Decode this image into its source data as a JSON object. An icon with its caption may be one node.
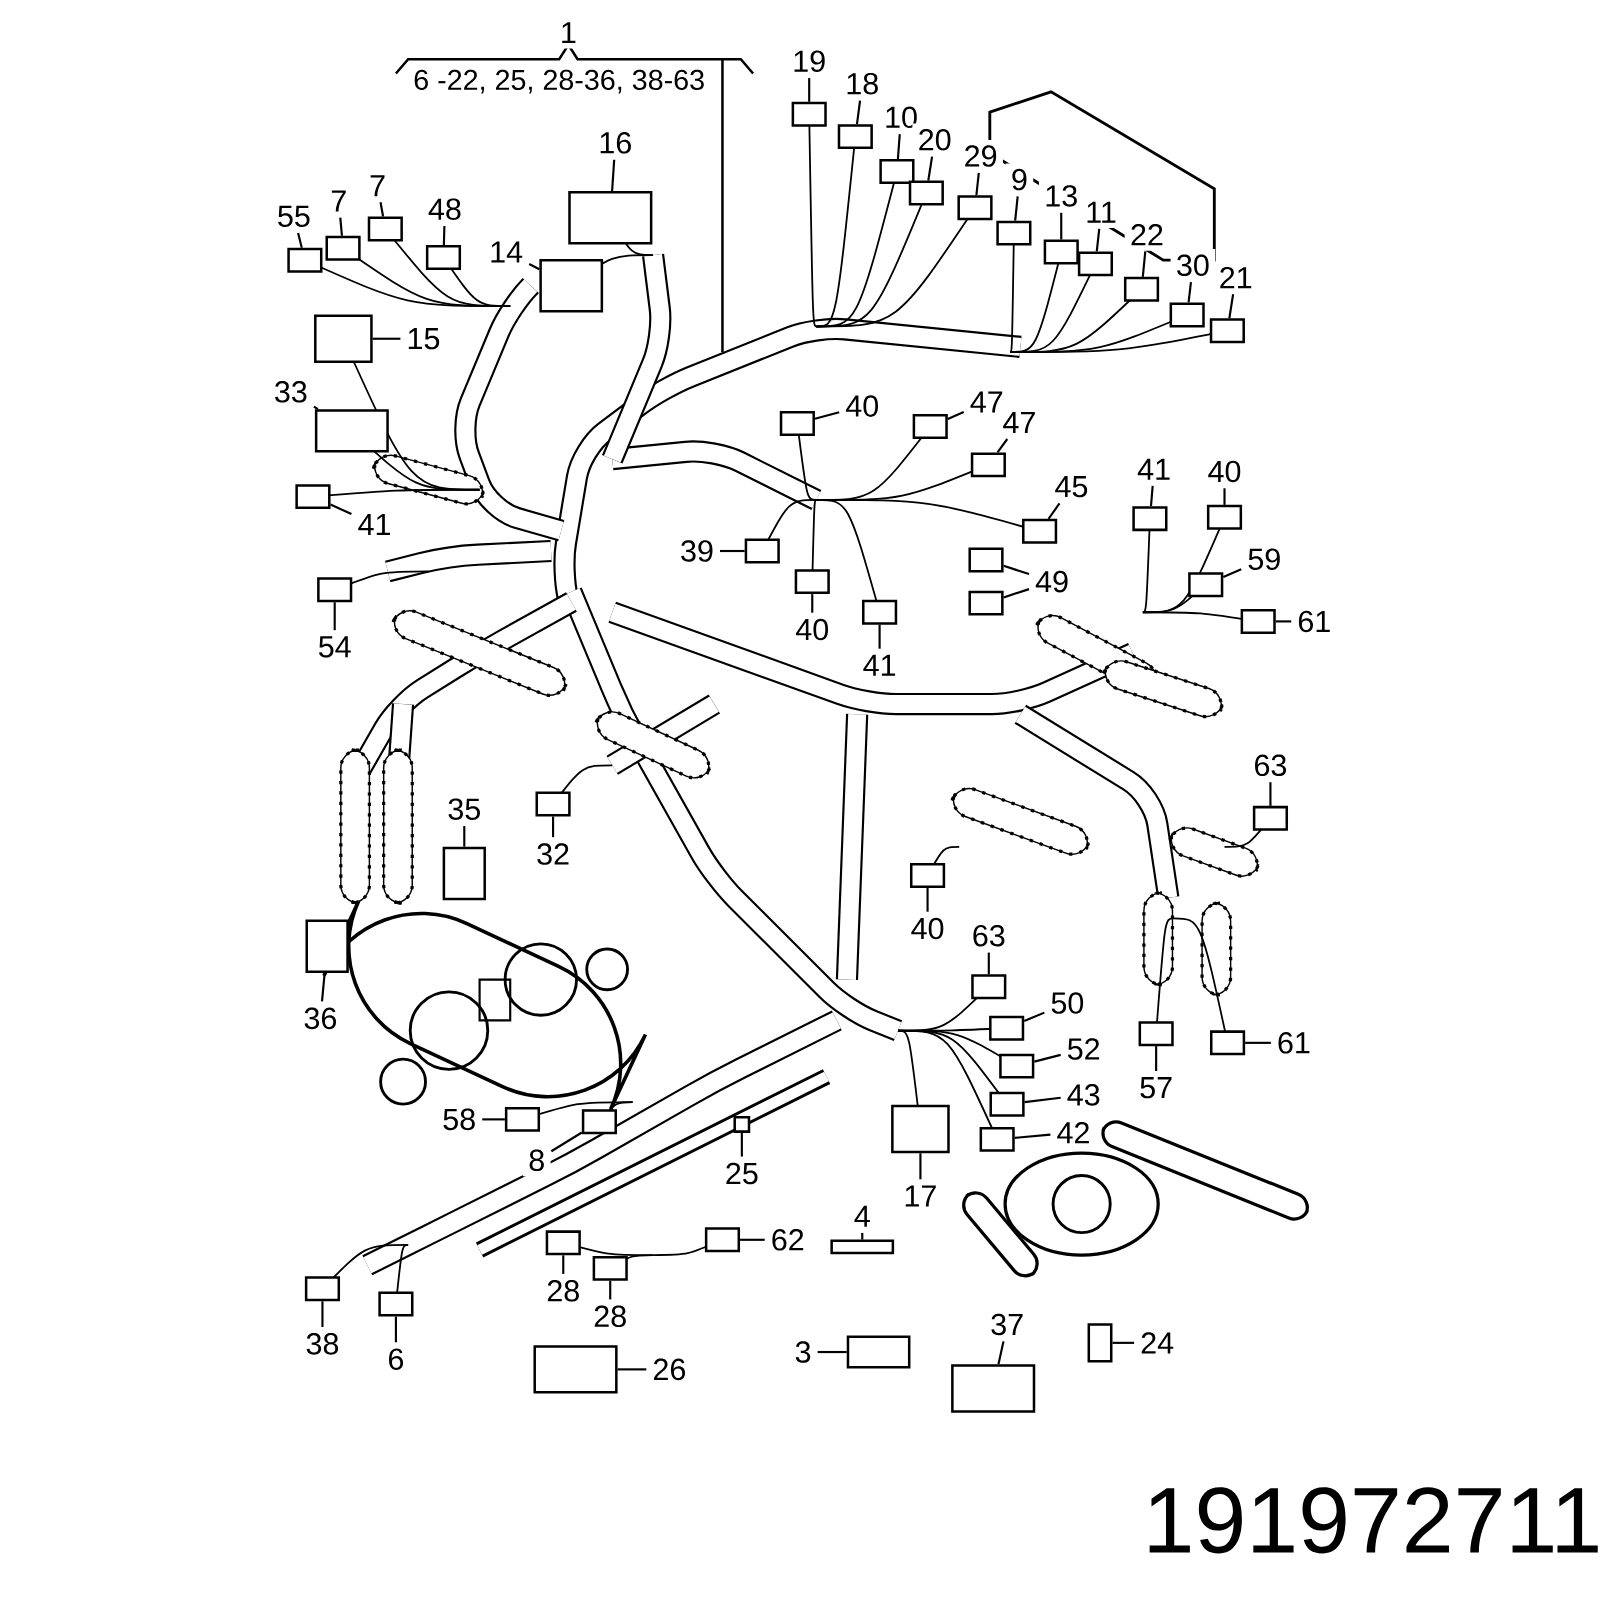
{
  "diagram": {
    "nodes": [
      {
        "text": [
          "1"
        ]
      },
      {
        "text": [
          "19"
        ]
      },
      {
        "text": [
          "18"
        ]
      },
      {
        "text": [
          "10"
        ]
      },
      {
        "text": [
          "20"
        ]
      },
      {
        "text": [
          "29"
        ]
      },
      {
        "text": [
          "9"
        ]
      },
      {
        "text": [
          "13"
        ]
      },
      {
        "text": [
          "11"
        ]
      },
      {
        "text": [
          "22"
        ]
      },
      {
        "text": [
          "30"
        ]
      },
      {
        "text": [
          "21"
        ]
      },
      {
        "text": [
          "16"
        ]
      },
      {
        "text": [
          "55"
        ]
      },
      {
        "text": [
          "7"
        ]
      },
      {
        "text": [
          "7"
        ]
      },
      {
        "text": [
          "48"
        ]
      },
      {
        "text": [
          "14"
        ]
      },
      {
        "text": [
          "15"
        ]
      },
      {
        "text": [
          "33"
        ]
      },
      {
        "text": [
          "41"
        ]
      },
      {
        "text": [
          "40"
        ]
      },
      {
        "text": [
          "47"
        ]
      },
      {
        "text": [
          "47"
        ]
      },
      {
        "text": [
          "45"
        ]
      },
      {
        "text": [
          "41"
        ]
      },
      {
        "text": [
          "40"
        ]
      },
      {
        "text": [
          "39"
        ]
      },
      {
        "text": [
          "49"
        ]
      },
      {
        "text": [
          "40"
        ]
      },
      {
        "text": [
          "41"
        ]
      },
      {
        "text": [
          "59"
        ]
      },
      {
        "text": [
          "61"
        ]
      },
      {
        "text": [
          "54"
        ]
      },
      {
        "text": [
          "32"
        ]
      },
      {
        "text": [
          "35"
        ]
      },
      {
        "text": [
          "63"
        ]
      },
      {
        "text": [
          "40"
        ]
      },
      {
        "text": [
          "36"
        ]
      },
      {
        "text": [
          "63"
        ]
      },
      {
        "text": [
          "50"
        ]
      },
      {
        "text": [
          "52"
        ]
      },
      {
        "text": [
          "57"
        ]
      },
      {
        "text": [
          "61"
        ]
      },
      {
        "text": [
          "43"
        ]
      },
      {
        "text": [
          "58"
        ]
      },
      {
        "text": [
          "42"
        ]
      },
      {
        "text": [
          "8"
        ]
      },
      {
        "text": [
          "25"
        ]
      },
      {
        "text": [
          "17"
        ]
      },
      {
        "text": [
          "4"
        ]
      },
      {
        "text": [
          "62"
        ]
      },
      {
        "text": [
          "28"
        ]
      },
      {
        "text": [
          "28"
        ]
      },
      {
        "text": [
          "38"
        ]
      },
      {
        "text": [
          "6"
        ]
      },
      {
        "text": [
          "24"
        ]
      },
      {
        "text": [
          "37"
        ]
      },
      {
        "text": [
          "26"
        ]
      },
      {
        "text": [
          "3"
        ]
      },
      {
        "text": [],
        "shape": "box"
      },
      {
        "text": [],
        "shape": "box"
      },
      {
        "text": [],
        "shape": "box"
      },
      {
        "text": [],
        "shape": "box"
      },
      {
        "text": [],
        "shape": "box"
      },
      {
        "text": [],
        "shape": "box"
      },
      {
        "text": [],
        "shape": "box"
      },
      {
        "text": [],
        "shape": "box"
      },
      {
        "text": [],
        "shape": "box"
      },
      {
        "text": [],
        "shape": "box"
      },
      {
        "text": [],
        "shape": "box"
      },
      {
        "text": [],
        "shape": "box"
      },
      {
        "text": [],
        "shape": "box"
      },
      {
        "text": [],
        "shape": "box"
      },
      {
        "text": [],
        "shape": "box"
      },
      {
        "text": [],
        "shape": "box"
      },
      {
        "text": [],
        "shape": "box"
      },
      {
        "text": [],
        "shape": "box"
      },
      {
        "text": [],
        "shape": "box"
      },
      {
        "text": [],
        "shape": "box"
      },
      {
        "text": [],
        "shape": "box"
      },
      {
        "text": [],
        "shape": "box"
      },
      {
        "text": [],
        "shape": "box"
      },
      {
        "text": [],
        "shape": "box"
      },
      {
        "text": [],
        "shape": "box"
      },
      {
        "text": [],
        "shape": "box"
      },
      {
        "text": [],
        "shape": "box"
      },
      {
        "text": [],
        "shape": "box"
      },
      {
        "text": [],
        "shape": "box"
      },
      {
        "text": [],
        "shape": "box"
      },
      {
        "text": [],
        "shape": "box"
      },
      {
        "text": [],
        "shape": "box"
      },
      {
        "text": [],
        "shape": "box"
      },
      {
        "text": [],
        "shape": "box"
      },
      {
        "text": [],
        "shape": "box"
      },
      {
        "text": [],
        "shape": "box"
      },
      {
        "text": [],
        "shape": "box"
      },
      {
        "text": [],
        "shape": "box"
      },
      {
        "text": [],
        "shape": "box"
      },
      {
        "text": [],
        "shape": "box"
      },
      {
        "text": [],
        "shape": "box"
      },
      {
        "text": [],
        "shape": "box"
      },
      {
        "text": [],
        "shape": "box"
      },
      {
        "text": [],
        "shape": "box"
      },
      {
        "text": [],
        "shape": "box"
      },
      {
        "text": [],
        "shape": "box"
      },
      {
        "text": [],
        "shape": "box"
      },
      {
        "text": [],
        "shape": "box"
      },
      {
        "text": [],
        "shape": "box"
      },
      {
        "text": [],
        "shape": "box"
      },
      {
        "text": [],
        "shape": "box"
      },
      {
        "text": [],
        "shape": "box"
      },
      {
        "text": [],
        "shape": "box"
      },
      {
        "text": [],
        "shape": "box"
      },
      {
        "text": [],
        "shape": "box"
      },
      {
        "text": [],
        "shape": "box"
      },
      {
        "text": [],
        "shape": "box"
      },
      {
        "text": [],
        "shape": "box"
      },
      {
        "text": [],
        "shape": "box"
      },
      {
        "text": [],
        "shape": "box"
      }
    ],
    "edges": [
      {
        "from": 1,
        "to": 60,
        "arrow": "none"
      },
      {
        "from": 2,
        "to": 61,
        "arrow": "none"
      },
      {
        "from": 3,
        "to": 62,
        "arrow": "none"
      },
      {
        "from": 4,
        "to": 63,
        "arrow": "none"
      },
      {
        "from": 5,
        "to": 64,
        "arrow": "none"
      },
      {
        "from": 6,
        "to": 65,
        "arrow": "none"
      },
      {
        "from": 7,
        "to": 66,
        "arrow": "none"
      },
      {
        "from": 8,
        "to": 67,
        "arrow": "none"
      },
      {
        "from": 9,
        "to": 68,
        "arrow": "none"
      },
      {
        "from": 10,
        "to": 69,
        "arrow": "none"
      },
      {
        "from": 11,
        "to": 70,
        "arrow": "none"
      },
      {
        "from": 12,
        "to": 71,
        "arrow": "none"
      },
      {
        "from": 13,
        "to": 72,
        "arrow": "none"
      },
      {
        "from": 14,
        "to": 73,
        "arrow": "none"
      },
      {
        "from": 15,
        "to": 74,
        "arrow": "none"
      },
      {
        "from": 16,
        "to": 75,
        "arrow": "none"
      },
      {
        "from": 17,
        "to": 76,
        "arrow": "none"
      },
      {
        "from": 18,
        "to": 77,
        "arrow": "none"
      },
      {
        "from": 19,
        "to": 78,
        "arrow": "none"
      },
      {
        "from": 20,
        "to": 79,
        "arrow": "none"
      },
      {
        "from": 21,
        "to": 80,
        "arrow": "none"
      },
      {
        "from": 22,
        "to": 81,
        "arrow": "none"
      },
      {
        "from": 23,
        "to": 82,
        "arrow": "none"
      },
      {
        "from": 24,
        "to": 83,
        "arrow": "none"
      },
      {
        "from": 25,
        "to": 84,
        "arrow": "none"
      },
      {
        "from": 26,
        "to": 85,
        "arrow": "none"
      },
      {
        "from": 27,
        "to": 86,
        "arrow": "none"
      },
      {
        "from": 28,
        "to": 87,
        "arrow": "none"
      },
      {
        "from": 28,
        "to": 88,
        "arrow": "none"
      },
      {
        "from": 29,
        "to": 89,
        "arrow": "none"
      },
      {
        "from": 30,
        "to": 90,
        "arrow": "none"
      },
      {
        "from": 31,
        "to": 91,
        "arrow": "none"
      },
      {
        "from": 32,
        "to": 92,
        "arrow": "none"
      },
      {
        "from": 33,
        "to": 93,
        "arrow": "none"
      },
      {
        "from": 34,
        "to": 94,
        "arrow": "none"
      },
      {
        "from": 35,
        "to": 95,
        "arrow": "none"
      },
      {
        "from": 36,
        "to": 96,
        "arrow": "none"
      },
      {
        "from": 37,
        "to": 97,
        "arrow": "none"
      },
      {
        "from": 38,
        "to": 98,
        "arrow": "none"
      },
      {
        "from": 39,
        "to": 99,
        "arrow": "none"
      },
      {
        "from": 40,
        "to": 100,
        "arrow": "none"
      },
      {
        "from": 41,
        "to": 101,
        "arrow": "none"
      },
      {
        "from": 42,
        "to": 102,
        "arrow": "none"
      },
      {
        "from": 43,
        "to": 103,
        "arrow": "none"
      },
      {
        "from": 44,
        "to": 104,
        "arrow": "none"
      },
      {
        "from": 45,
        "to": 105,
        "arrow": "none"
      },
      {
        "from": 46,
        "to": 106,
        "arrow": "none"
      },
      {
        "from": 47,
        "to": 107,
        "arrow": "none"
      },
      {
        "from": 48,
        "to": 108,
        "arrow": "none"
      },
      {
        "from": 49,
        "to": 109,
        "arrow": "none"
      },
      {
        "from": 50,
        "to": 110,
        "arrow": "none"
      },
      {
        "from": 51,
        "to": 111,
        "arrow": "none"
      },
      {
        "from": 52,
        "to": 112,
        "arrow": "none"
      },
      {
        "from": 53,
        "to": 113,
        "arrow": "none"
      },
      {
        "from": 54,
        "to": 114,
        "arrow": "none"
      },
      {
        "from": 55,
        "to": 115,
        "arrow": "none"
      },
      {
        "from": 56,
        "to": 116,
        "arrow": "none"
      },
      {
        "from": 57,
        "to": 117,
        "arrow": "none"
      },
      {
        "from": 58,
        "to": 118,
        "arrow": "none"
      },
      {
        "from": 59,
        "to": 119,
        "arrow": "none"
      }
    ],
    "labels": [
      "6 -22, 25, 28-36, 38-63",
      "191972711"
    ]
  }
}
